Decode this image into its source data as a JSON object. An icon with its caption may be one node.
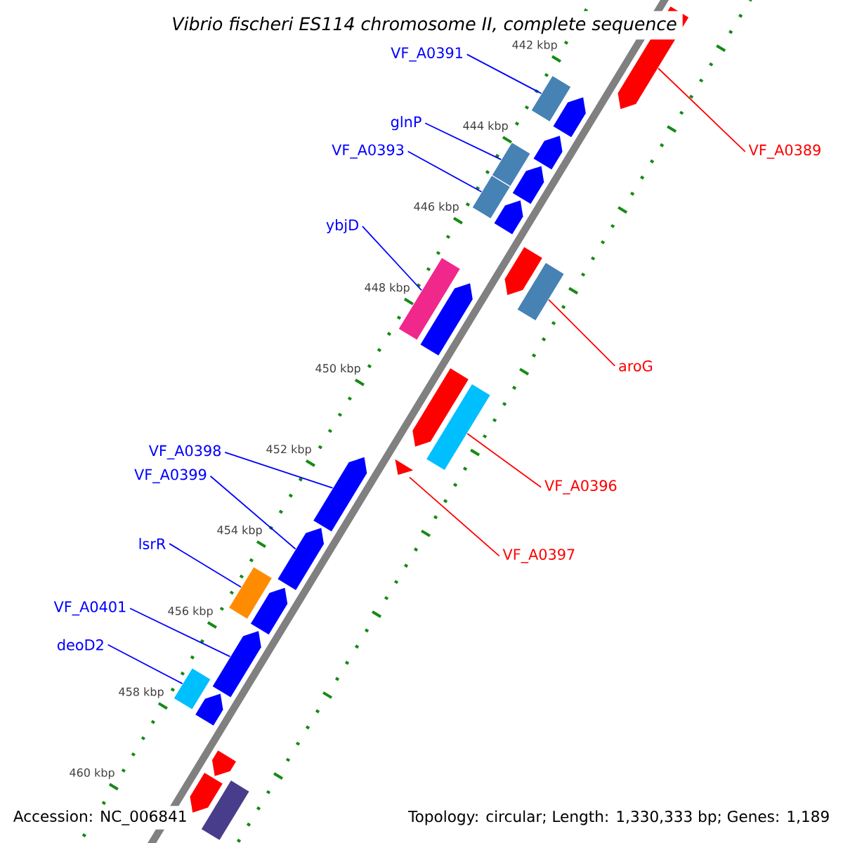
{
  "diagram": {
    "title": "Vibrio fischeri ES114 chromosome II, complete sequence",
    "nodes": [
      {
        "text": [
          "VF_A0391"
        ]
      },
      {
        "text": [
          "glnP"
        ]
      },
      {
        "text": [
          "VF_A0389"
        ]
      },
      {
        "text": [
          "VF_A0393"
        ]
      },
      {
        "text": [
          "ybjD"
        ]
      },
      {
        "text": [
          "aroG"
        ]
      },
      {
        "text": [
          "VF_A0398"
        ]
      },
      {
        "text": [
          "VF_A0399"
        ]
      },
      {
        "text": [
          "VF_A0396"
        ]
      },
      {
        "text": [
          "lsrR"
        ]
      },
      {
        "text": [
          "VF_A0397"
        ]
      },
      {
        "text": [
          "VF_A0401"
        ]
      },
      {
        "text": [
          "deoD2"
        ]
      },
      {
        "text": [],
        "shape": "bar"
      },
      {
        "text": [],
        "shape": "bar"
      },
      {
        "text": [],
        "shape": "bar"
      },
      {
        "text": [],
        "shape": "bar"
      },
      {
        "text": [],
        "shape": "bar"
      },
      {
        "text": [],
        "shape": "bar"
      },
      {
        "text": [],
        "shape": "bar"
      },
      {
        "text": [],
        "shape": "bar"
      },
      {
        "text": [],
        "shape": "bar"
      },
      {
        "text": [],
        "shape": "bar"
      },
      {
        "text": [],
        "shape": "bar"
      },
      {
        "text": [],
        "shape": "bar"
      },
      {
        "text": [],
        "shape": "bar"
      },
      {
        "text": [],
        "shape": "bar"
      },
      {
        "text": [],
        "shape": "bar"
      },
      {
        "text": [],
        "shape": "bar"
      },
      {
        "text": [],
        "shape": "bar"
      },
      {
        "text": [],
        "shape": "bar"
      },
      {
        "text": [],
        "shape": "bar"
      },
      {
        "text": [],
        "shape": "bar"
      },
      {
        "text": [],
        "shape": "bar"
      },
      {
        "text": [],
        "shape": "bar"
      },
      {
        "text": [],
        "shape": "bar"
      },
      {
        "text": [],
        "shape": "bar"
      },
      {
        "text": [],
        "shape": "bar"
      }
    ],
    "edges": [
      {
        "from": 0,
        "to": 13,
        "arrow": "none"
      },
      {
        "from": 1,
        "to": 14,
        "arrow": "none"
      },
      {
        "from": 2,
        "to": 15,
        "arrow": "none",
        "color": "#ff0000"
      },
      {
        "from": 3,
        "to": 16,
        "arrow": "none"
      },
      {
        "from": 4,
        "to": 17,
        "arrow": "none"
      },
      {
        "from": 5,
        "to": 18,
        "arrow": "none",
        "color": "#ff0000"
      },
      {
        "from": 6,
        "to": 19,
        "arrow": "none"
      },
      {
        "from": 7,
        "to": 20,
        "arrow": "none"
      },
      {
        "from": 8,
        "to": 21,
        "arrow": "none",
        "color": "#ff0000"
      },
      {
        "from": 9,
        "to": 22,
        "arrow": "none"
      },
      {
        "from": 10,
        "to": 23,
        "arrow": "none",
        "color": "#ff0000"
      },
      {
        "from": 11,
        "to": 24,
        "arrow": "none"
      },
      {
        "from": 12,
        "to": 25,
        "arrow": "none"
      }
    ],
    "labels": [
      "442 kbp",
      "444 kbp",
      "446 kbp",
      "448 kbp",
      "450 kbp",
      "452 kbp",
      "454 kbp",
      "456 kbp",
      "458 kbp",
      "460 kbp",
      "Accession: NC_006841",
      "Topology: circular; Length: 1,330,333 bp; Genes: 1,189"
    ]
  }
}
